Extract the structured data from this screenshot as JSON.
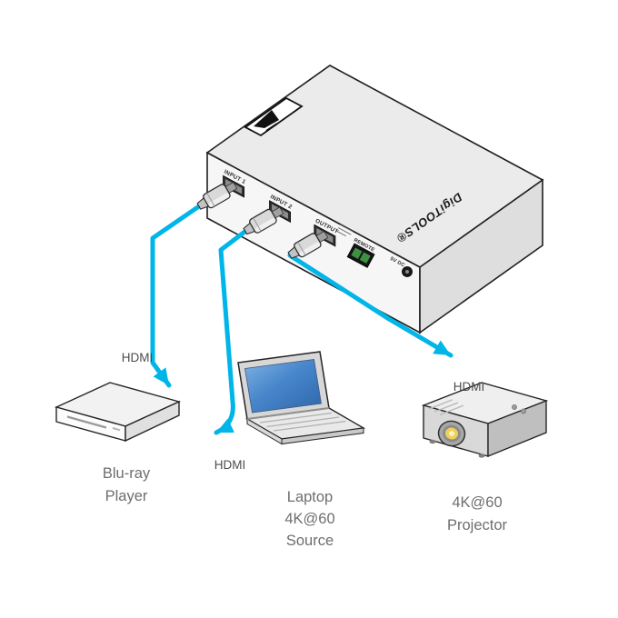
{
  "diagram": {
    "switcher": {
      "brand": "DigiTOOLS®",
      "ports": {
        "input1": "INPUT 1",
        "input2": "INPUT 2",
        "output": "OUTPUT",
        "remote": "REMOTE",
        "power": "5V DC"
      }
    },
    "cables": {
      "bluray_label": "HDMI",
      "laptop_label": "HDMI",
      "projector_label": "HDMI"
    },
    "captions": {
      "bluray_line1": "Blu-ray",
      "bluray_line2": "Player",
      "laptop_line1": "Laptop",
      "laptop_line2": "4K@60",
      "laptop_line3": "Source",
      "projector_line1": "4K@60",
      "projector_line2": "Projector"
    },
    "colors": {
      "cable": "#00b5e8",
      "laptop_screen": "#3e7ec7",
      "terminal_green": "#3f9142",
      "lens_yellow": "#f0cf5a"
    }
  }
}
